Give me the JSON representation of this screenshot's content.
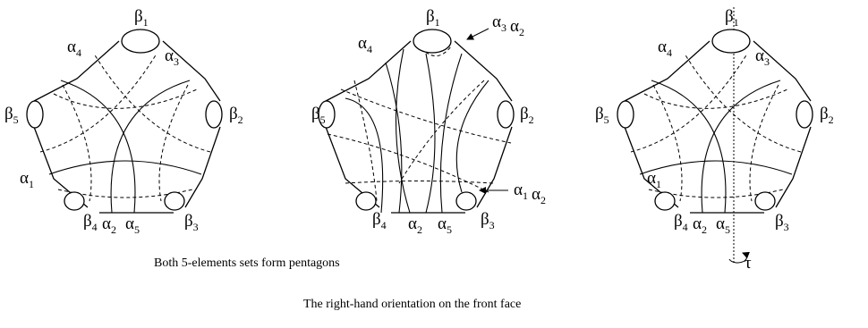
{
  "captions": {
    "pentagons": "Both 5-elements sets form pentagons",
    "orientation": "The right-hand orientation on the front face"
  },
  "greek": {
    "alpha": "α",
    "beta": "β"
  },
  "labels": {
    "alpha1": "1",
    "alpha2": "2",
    "alpha3": "3",
    "alpha4": "4",
    "alpha5": "5",
    "beta1": "1",
    "beta2": "2",
    "beta3": "3",
    "beta4": "4",
    "beta5": "5",
    "product_a3a2": [
      "3",
      "2"
    ],
    "product_a1a2": [
      "1",
      "2"
    ],
    "tau": "τ"
  }
}
